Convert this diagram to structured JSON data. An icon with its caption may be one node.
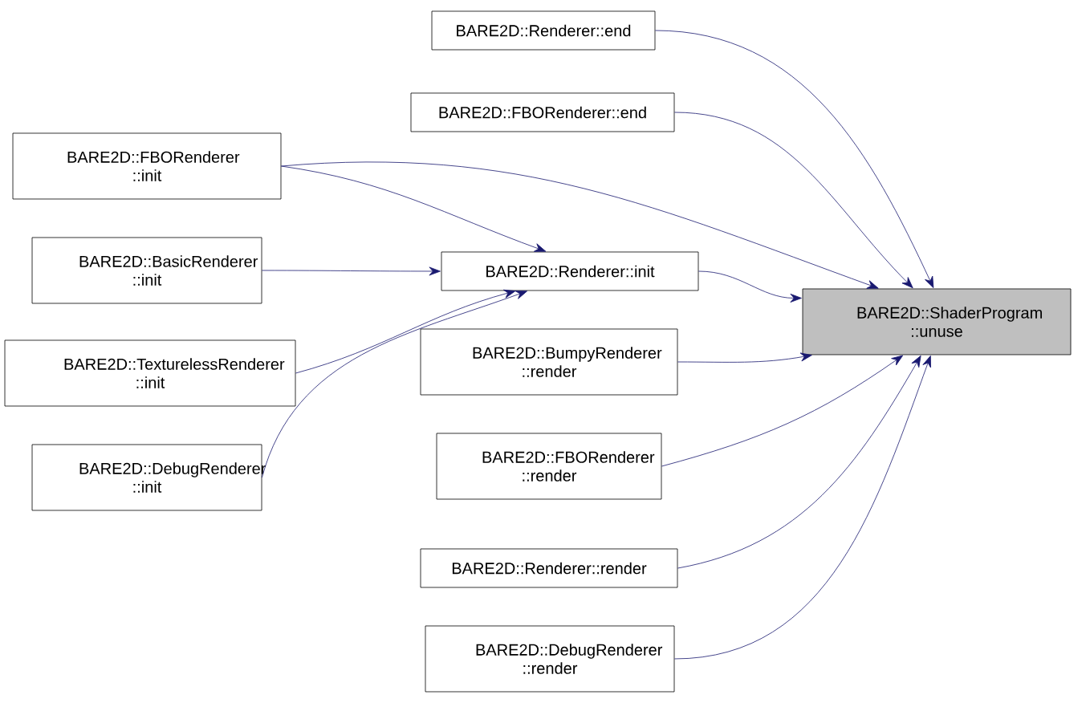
{
  "diagram": {
    "nodes": [
      {
        "text": [
          "BARE2D::Renderer::end"
        ]
      },
      {
        "text": [
          "BARE2D::FBORenderer::end"
        ]
      },
      {
        "text": [
          "BARE2D::FBORenderer ::init"
        ]
      },
      {
        "text": [
          "BARE2D::BasicRenderer ::init"
        ]
      },
      {
        "text": [
          "BARE2D::Renderer::init"
        ]
      },
      {
        "text": [
          "BARE2D::TexturelessRenderer ::init"
        ]
      },
      {
        "text": [
          "BARE2D::DebugRenderer ::init"
        ]
      },
      {
        "text": [
          "BARE2D::ShaderProgram ::unuse"
        ]
      },
      {
        "text": [
          "BARE2D::BumpyRenderer ::render"
        ]
      },
      {
        "text": [
          "BARE2D::FBORenderer ::render"
        ]
      },
      {
        "text": [
          "BARE2D::Renderer::render"
        ]
      },
      {
        "text": [
          "BARE2D::DebugRenderer ::render"
        ]
      }
    ],
    "edges": [
      {
        "from": 0,
        "to": 7,
        "arrow": "to"
      },
      {
        "from": 1,
        "to": 7,
        "arrow": "to"
      },
      {
        "from": 2,
        "to": 7,
        "arrow": "to"
      },
      {
        "from": 2,
        "to": 4,
        "arrow": "to"
      },
      {
        "from": 3,
        "to": 4,
        "arrow": "to"
      },
      {
        "from": 5,
        "to": 4,
        "arrow": "to"
      },
      {
        "from": 6,
        "to": 4,
        "arrow": "to"
      },
      {
        "from": 4,
        "to": 7,
        "arrow": "to"
      },
      {
        "from": 8,
        "to": 7,
        "arrow": "to"
      },
      {
        "from": 9,
        "to": 7,
        "arrow": "to"
      },
      {
        "from": 10,
        "to": 7,
        "arrow": "to"
      },
      {
        "from": 11,
        "to": 7,
        "arrow": "to"
      }
    ]
  }
}
